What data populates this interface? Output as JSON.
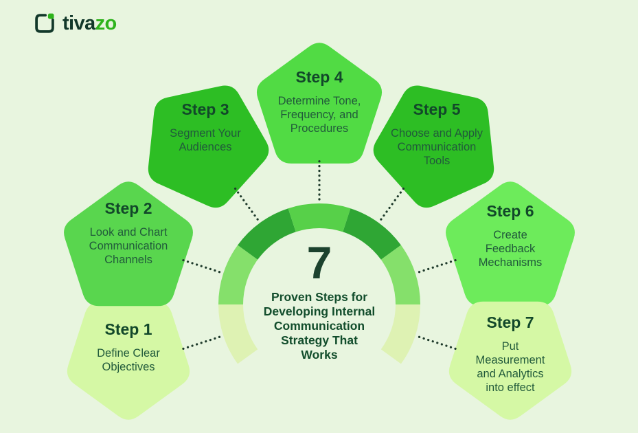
{
  "brand": {
    "name_dark": "tiva",
    "name_accent": "zo"
  },
  "colors": {
    "background": "#e8f5df",
    "title_text": "#12482a",
    "body_text": "#215a3b",
    "center_text": "#124d2c",
    "center_number": "#1c422e",
    "brand_dark": "#12382a",
    "brand_accent": "#2eb31c",
    "connector_dots": "#1e3a2b"
  },
  "center": {
    "number": "7",
    "title": "Proven Steps for\nDeveloping Internal\nCommunication\nStrategy That\nWorks"
  },
  "steps": [
    {
      "label": "Step 1",
      "text": "Define Clear\nObjectives",
      "pentagon_color": "#d5f8a5",
      "arc_color": "#def2b3"
    },
    {
      "label": "Step 2",
      "text": "Look and Chart\nCommunication\nChannels",
      "pentagon_color": "#59d64e",
      "arc_color": "#85e06b"
    },
    {
      "label": "Step 3",
      "text": "Segment Your\nAudiences",
      "pentagon_color": "#2dbe24",
      "arc_color": "#2fa634"
    },
    {
      "label": "Step 4",
      "text": "Determine Tone,\nFrequency, and\nProcedures",
      "pentagon_color": "#51db44",
      "arc_color": "#57d049"
    },
    {
      "label": "Step 5",
      "text": "Choose and Apply\nCommunication\nTools",
      "pentagon_color": "#2dbe24",
      "arc_color": "#2fa634"
    },
    {
      "label": "Step 6",
      "text": "Create\nFeedback\nMechanisms",
      "pentagon_color": "#6deb5b",
      "arc_color": "#85e06b"
    },
    {
      "label": "Step 7",
      "text": "Put\nMeasurement\nand Analytics\ninto effect",
      "pentagon_color": "#d5f8a5",
      "arc_color": "#def2b3"
    }
  ]
}
